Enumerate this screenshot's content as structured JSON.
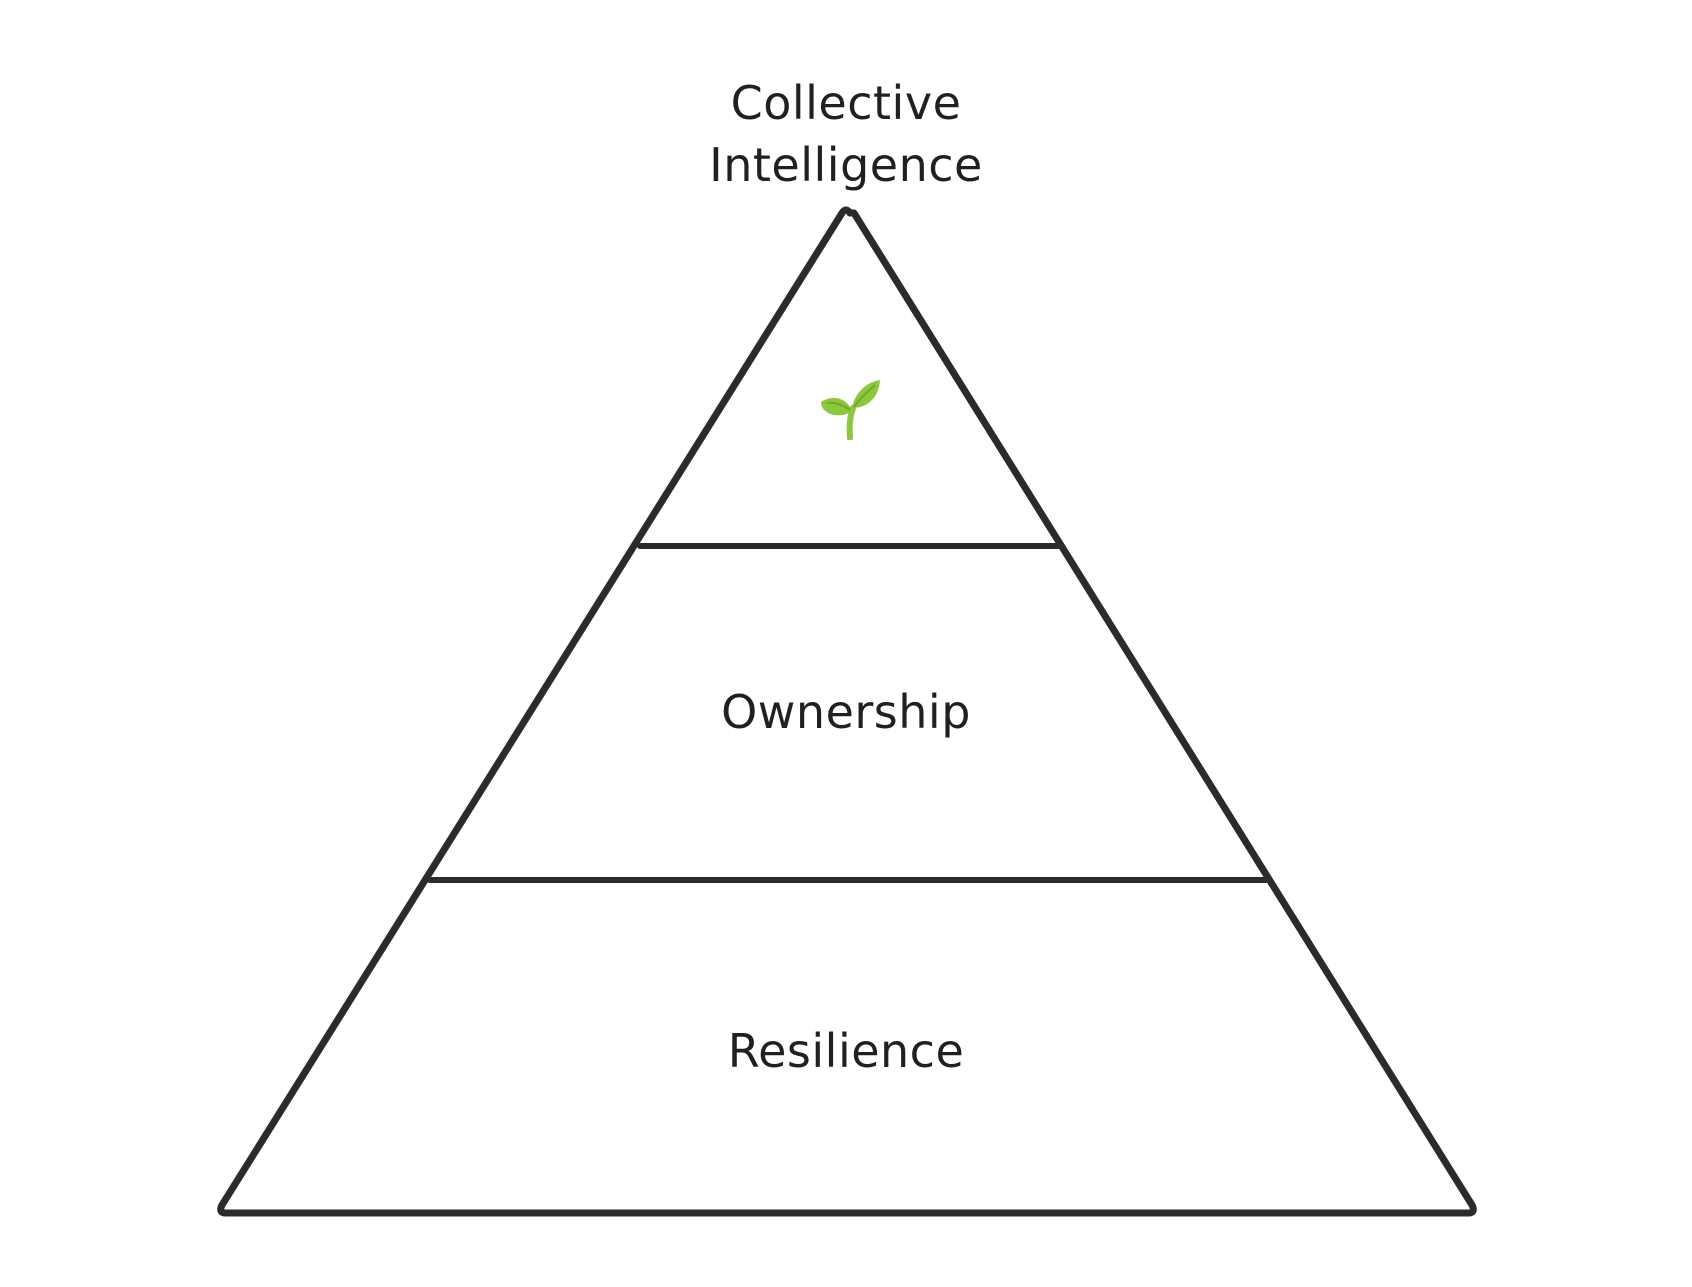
{
  "diagram": {
    "apex_label": [
      "Collective",
      "Intelligence"
    ],
    "tiers": [
      {
        "label": ""
      },
      {
        "label": "Ownership"
      },
      {
        "label": "Resilience"
      }
    ],
    "icons": {
      "top_tier": "sprout-icon"
    },
    "colors": {
      "outline": "#2b2b2b",
      "text": "#231f20",
      "sprout": "#8dc63f"
    }
  }
}
